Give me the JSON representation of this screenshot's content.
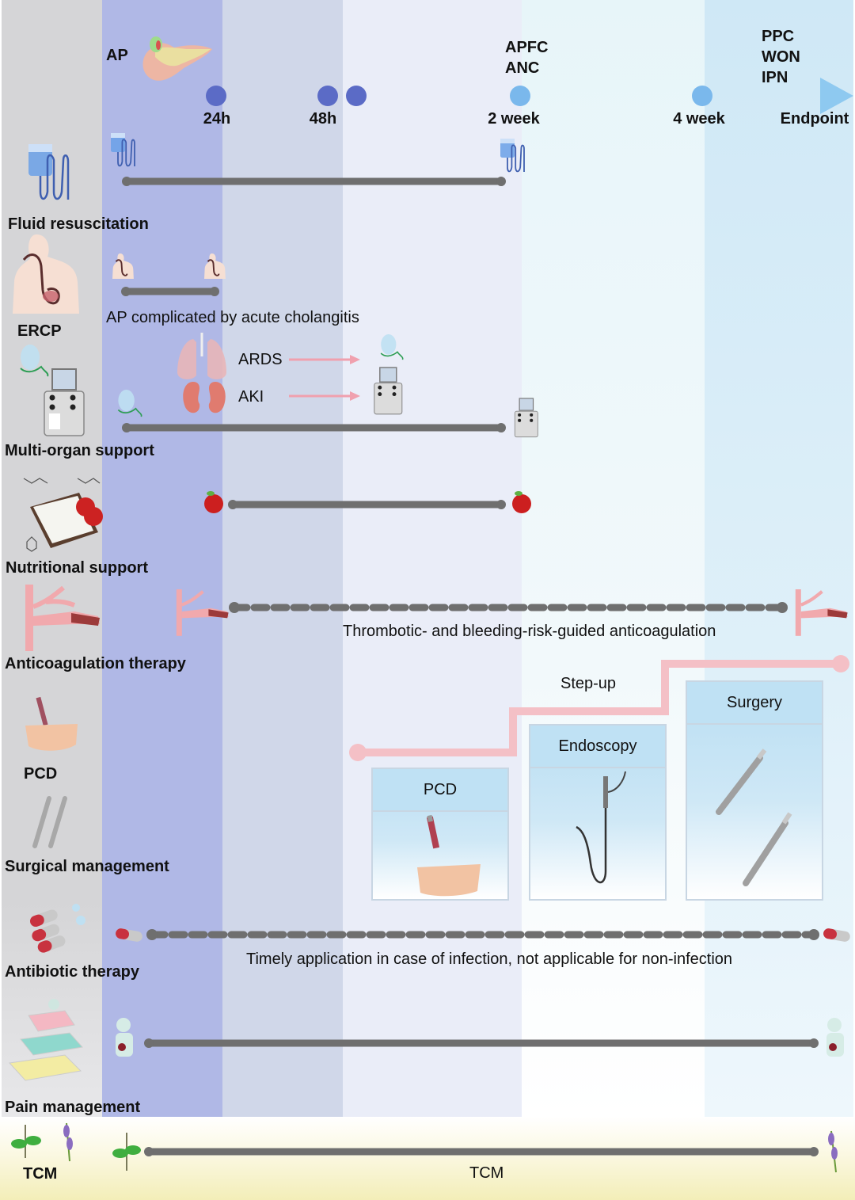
{
  "timeline": {
    "phase_labels": {
      "start": "AP",
      "mid": [
        "APFC",
        "ANC"
      ],
      "end": [
        "PPC",
        "WON",
        "IPN"
      ]
    },
    "ticks": [
      "24h",
      "48h",
      "2 week",
      "4 week",
      "Endpoint"
    ]
  },
  "rows": [
    {
      "label": "Fluid resuscitation",
      "icon": "iv-drip-icon",
      "line": "solid"
    },
    {
      "label": "ERCP",
      "icon": "endoscopy-body-icon",
      "line": "solid",
      "note": "AP complicated by acute cholangitis"
    },
    {
      "label": "Multi-organ support",
      "icon": "ventilator-dialysis-icon",
      "line": "solid",
      "complications": [
        {
          "label": "ARDS",
          "icon": "lungs-icon"
        },
        {
          "label": "AKI",
          "icon": "kidneys-icon"
        }
      ]
    },
    {
      "label": "Nutritional support",
      "icon": "nutrition-clipboard-icon",
      "line": "solid"
    },
    {
      "label": "Anticoagulation therapy",
      "icon": "blood-vessel-icon",
      "line": "dashed",
      "note": "Thrombotic- and bleeding-risk-guided anticoagulation"
    },
    {
      "label": "PCD",
      "icon": "drainage-icon"
    },
    {
      "label": "Surgical management",
      "icon": "scalpel-icon"
    },
    {
      "label": "Antibiotic therapy",
      "icon": "capsule-icon",
      "line": "dashed",
      "note": "Timely application in case of infection, not applicable for non-infection"
    },
    {
      "label": "Pain management",
      "icon": "analgesic-ladder-icon",
      "line": "solid"
    },
    {
      "label": "TCM",
      "icon": "herb-icon",
      "line": "solid",
      "note": "TCM"
    }
  ],
  "step_up": {
    "title": "Step-up",
    "steps": [
      "PCD",
      "Endoscopy",
      "Surgery"
    ]
  },
  "colors": {
    "timeline_dark": "#6674c8",
    "timeline_light": "#7fbfee",
    "line_gray": "#6f6f6f",
    "stepup_pink": "#f4c0c6",
    "arrow_pink": "#f0a0ae"
  }
}
